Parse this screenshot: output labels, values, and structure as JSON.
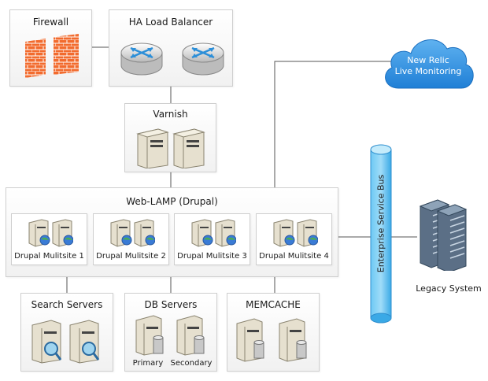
{
  "firewall": {
    "title": "Firewall"
  },
  "load_balancer": {
    "title": "HA Load Balancer"
  },
  "varnish": {
    "title": "Varnish"
  },
  "web_lamp": {
    "title": "Web-LAMP (Drupal)",
    "multisites": [
      {
        "label": "Drupal Mulitsite 1"
      },
      {
        "label": "Drupal Mulitsite 2"
      },
      {
        "label": "Drupal Mulitsite 3"
      },
      {
        "label": "Drupal Mulitsite 4"
      }
    ]
  },
  "search": {
    "title": "Search Servers"
  },
  "db": {
    "title": "DB Servers",
    "primary": "Primary",
    "secondary": "Secondary"
  },
  "memcache": {
    "title": "MEMCACHE"
  },
  "cloud": {
    "line1": "New Relic",
    "line2": "Live Monitoring"
  },
  "esb": {
    "label": "Enterprise Service Bus"
  },
  "legacy": {
    "label": "Legacy System"
  },
  "colors": {
    "firewall": "#f26b2e",
    "cloud": "#2b8fe0",
    "esb": "#4db9ee",
    "router_arrow": "#2d8fd8",
    "connector": "#555555"
  }
}
